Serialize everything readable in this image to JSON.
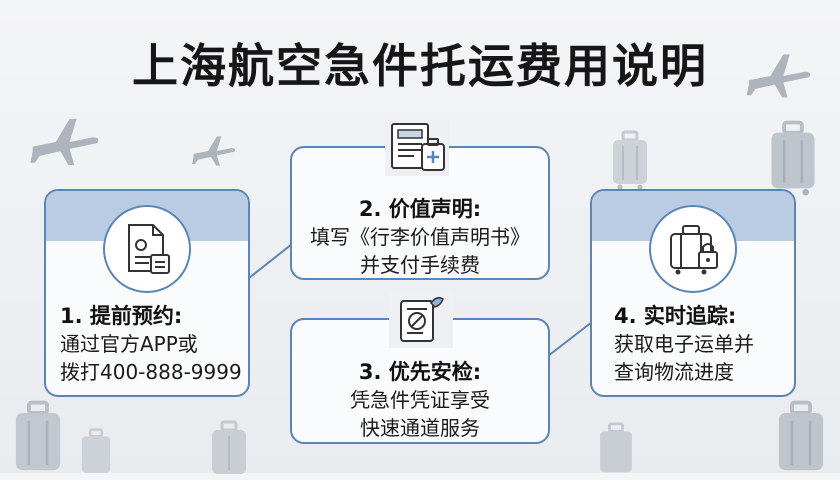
{
  "title": "上海航空急件托运费用说明",
  "steps": [
    {
      "title": "1. 提前预约:",
      "lines": [
        "通过官方APP或",
        "拨打400-888-9999"
      ],
      "icon": "document-icon"
    },
    {
      "title": "2. 价值声明:",
      "lines": [
        "填写《行李价值声明书》",
        "并支付手续费"
      ],
      "icon": "declaration-form-icon"
    },
    {
      "title": "3. 优先安检:",
      "lines": [
        "凭急件凭证享受",
        "快速通道服务"
      ],
      "icon": "priority-voucher-icon"
    },
    {
      "title": "4. 实时追踪:",
      "lines": [
        "获取电子运单并",
        "查询物流进度"
      ],
      "icon": "luggage-lock-icon"
    }
  ],
  "colors": {
    "border": "#5b85b5",
    "band": "#b9cce4",
    "background": "#eef0f3"
  }
}
